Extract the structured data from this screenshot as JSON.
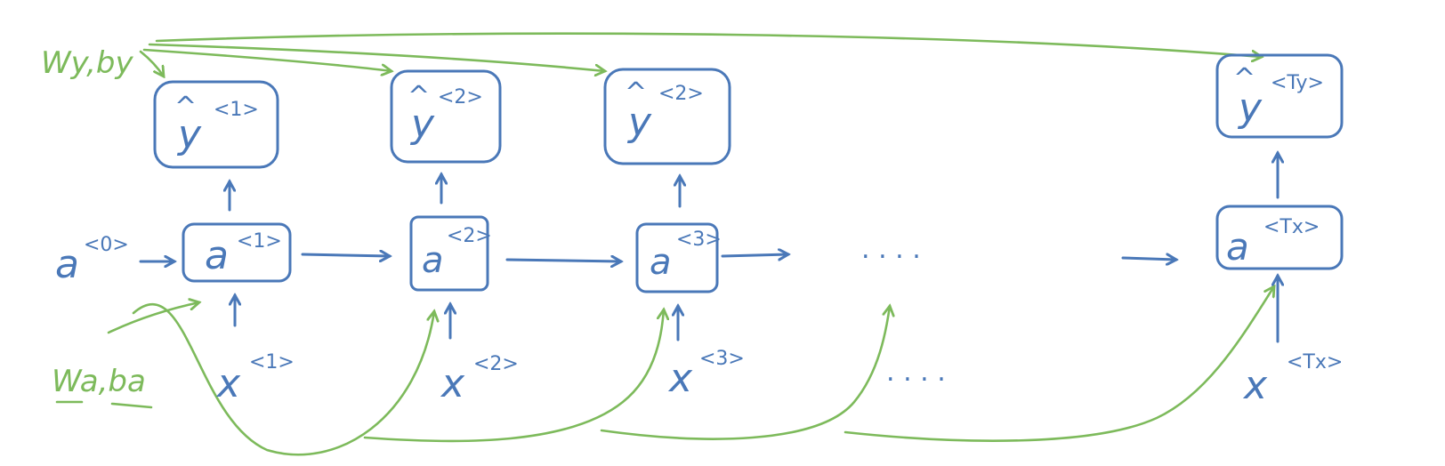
{
  "params": {
    "output_weights": "Wy,by",
    "activation_weights": "Wa,ba"
  },
  "initial_activation": {
    "base": "a",
    "sup": "<0>"
  },
  "timesteps": [
    {
      "y_base": "y",
      "y_sup": "<1>",
      "a_base": "a",
      "a_sup": "<1>",
      "x_base": "x",
      "x_sup": "<1>"
    },
    {
      "y_base": "y",
      "y_sup": "<2>",
      "a_base": "a",
      "a_sup": "<2>",
      "x_base": "x",
      "x_sup": "<2>"
    },
    {
      "y_base": "y",
      "y_sup": "<2>",
      "a_base": "a",
      "a_sup": "<3>",
      "x_base": "x",
      "x_sup": "<3>"
    },
    {
      "y_base": "y",
      "y_sup": "<Ty>",
      "a_base": "a",
      "a_sup": "<Tx>",
      "x_base": "x",
      "x_sup": "<Tx>"
    }
  ],
  "ellipsis": ". . . .",
  "colors": {
    "network": "#4a78b8",
    "parameters": "#7dba5b"
  }
}
